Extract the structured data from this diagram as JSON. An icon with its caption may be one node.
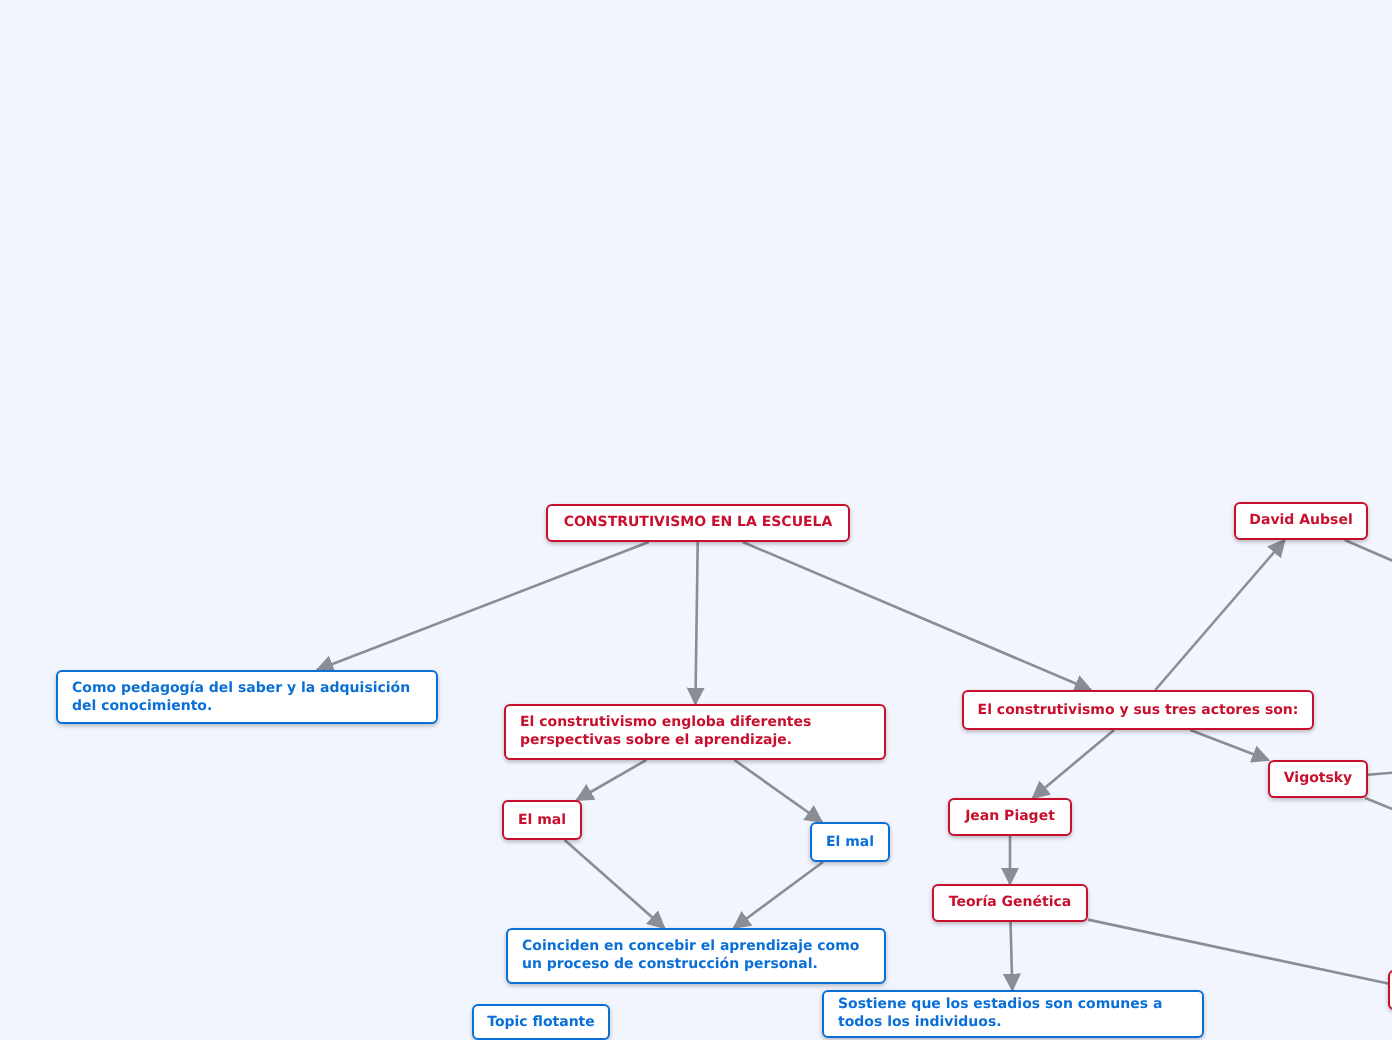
{
  "diagram": {
    "nodes": [
      {
        "text": [
          "CONSTRUTIVISMO EN LA ESCUELA"
        ]
      },
      {
        "text": [
          "Como pedagogía del saber y la adquisición del conocimiento."
        ]
      },
      {
        "text": [
          "El construtivismo engloba diferentes perspectivas sobre el aprendizaje."
        ]
      },
      {
        "text": [
          "El mal"
        ]
      },
      {
        "text": [
          "El mal"
        ]
      },
      {
        "text": [
          "Coinciden en concebir el aprendizaje como un proceso de construcción personal."
        ]
      },
      {
        "text": [
          "Topic flotante"
        ]
      },
      {
        "text": [
          "El construtivismo y sus tres actores son:"
        ]
      },
      {
        "text": [
          "David Aubsel"
        ]
      },
      {
        "text": [
          "Jean Piaget"
        ]
      },
      {
        "text": [
          "Vigotsky"
        ]
      },
      {
        "text": [
          "Teoría Genética"
        ]
      },
      {
        "text": [
          "Sostiene que los estadios son comunes a todos los individuos."
        ]
      },
      {
        "text": [],
        "shape": "box"
      }
    ],
    "edges": [
      {
        "from": 0,
        "to": 1,
        "arrow": "to"
      },
      {
        "from": 0,
        "to": 2,
        "arrow": "to"
      },
      {
        "from": 0,
        "to": 7,
        "arrow": "to"
      },
      {
        "from": 2,
        "to": 3,
        "arrow": "to"
      },
      {
        "from": 2,
        "to": 4,
        "arrow": "to"
      },
      {
        "from": 3,
        "to": 5,
        "arrow": "to"
      },
      {
        "from": 4,
        "to": 5,
        "arrow": "to"
      },
      {
        "from": 7,
        "to": 8,
        "arrow": "to"
      },
      {
        "from": 7,
        "to": 9,
        "arrow": "to"
      },
      {
        "from": 7,
        "to": 10,
        "arrow": "to"
      },
      {
        "from": 9,
        "to": 11,
        "arrow": "to"
      },
      {
        "from": 11,
        "to": 12,
        "arrow": "to"
      },
      {
        "from": 11,
        "to": 13,
        "arrow": "none"
      },
      {
        "from": 8,
        "to": null,
        "arrow": "none"
      },
      {
        "from": 10,
        "to": null,
        "arrow": "none"
      },
      {
        "from": 10,
        "to": null,
        "arrow": "none"
      }
    ]
  }
}
